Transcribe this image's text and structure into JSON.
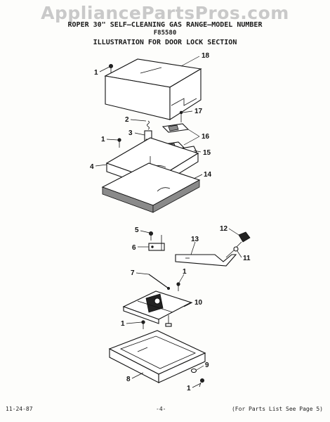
{
  "watermark": "AppliancePartsPros.com",
  "header": {
    "line1": "ROPER 30\" SELF—CLEANING GAS RANGE—MODEL NUMBER",
    "line2": "F85580",
    "line3": "ILLUSTRATION FOR DOOR  LOCK SECTION"
  },
  "callouts": [
    "1",
    "18",
    "2",
    "17",
    "3",
    "16",
    "1",
    "15",
    "4",
    "14",
    "5",
    "12",
    "6",
    "13",
    "11",
    "7",
    "1",
    "10",
    "1",
    "9",
    "8",
    "1"
  ],
  "footer": {
    "date": "11-24-87",
    "page": "-4-",
    "ref": "(For Parts List See Page 5)"
  }
}
